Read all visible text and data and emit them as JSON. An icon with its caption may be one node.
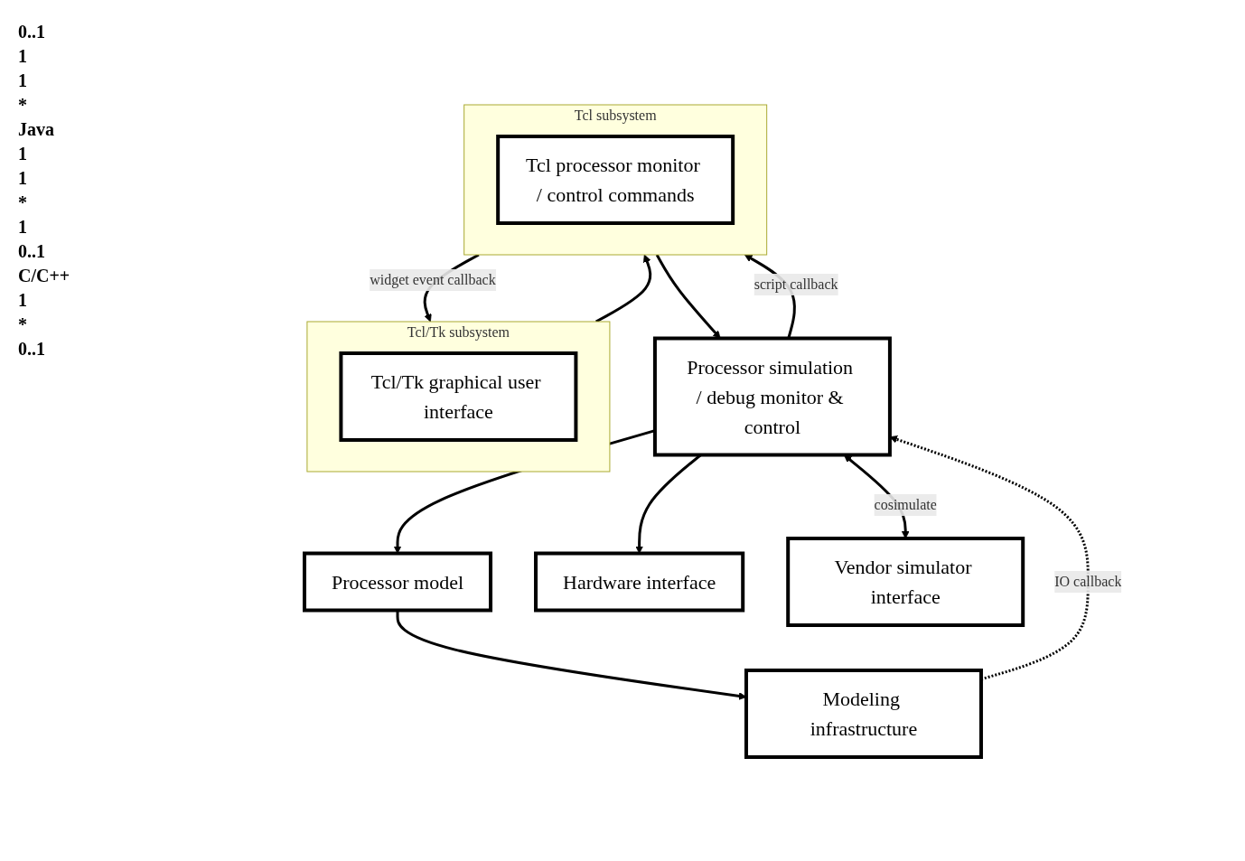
{
  "diagram": {
    "nodes": [
      {
        "text": [
          "Tcl/Tk subsystem"
        ]
      },
      {
        "text": [
          "Tcl/Tk graphical user interface"
        ],
        "in": 0
      },
      {
        "text": [
          "Tcl subsystem"
        ]
      },
      {
        "text": [
          "Tcl processor monitor / control commands"
        ],
        "in": 2
      },
      {
        "text": [
          "Processor simulation / debug monitor & control"
        ]
      },
      {
        "text": [
          "Processor model"
        ]
      },
      {
        "text": [
          "Hardware interface"
        ]
      },
      {
        "text": [
          "Modeling infrastructure"
        ]
      },
      {
        "text": [
          "Vendor simulator interface"
        ]
      }
    ],
    "edges": [
      {
        "from": 0,
        "to": 2,
        "arrow": "to"
      },
      {
        "from": 2,
        "to": 0,
        "arrow": "to",
        "label": "widget event callback"
      },
      {
        "from": 2,
        "to": 4,
        "arrow": "to"
      },
      {
        "from": 4,
        "to": 2,
        "arrow": "to",
        "label": "script callback"
      },
      {
        "from": 4,
        "to": 5,
        "arrow": "to"
      },
      {
        "from": 7,
        "to": 4,
        "arrow": "to",
        "label": "IO callback",
        "style": "dashed"
      },
      {
        "from": 4,
        "to": 8,
        "arrow": "both",
        "label": "cosimulate"
      },
      {
        "from": 4,
        "to": 6,
        "arrow": "to"
      },
      {
        "from": 5,
        "to": 7,
        "arrow": "to"
      }
    ],
    "labels": [
      "0..1",
      "1",
      "1",
      "*",
      "Java",
      "1",
      "1",
      "*",
      "1",
      "0..1",
      "C/C++",
      "1",
      "*",
      "0..1"
    ]
  }
}
